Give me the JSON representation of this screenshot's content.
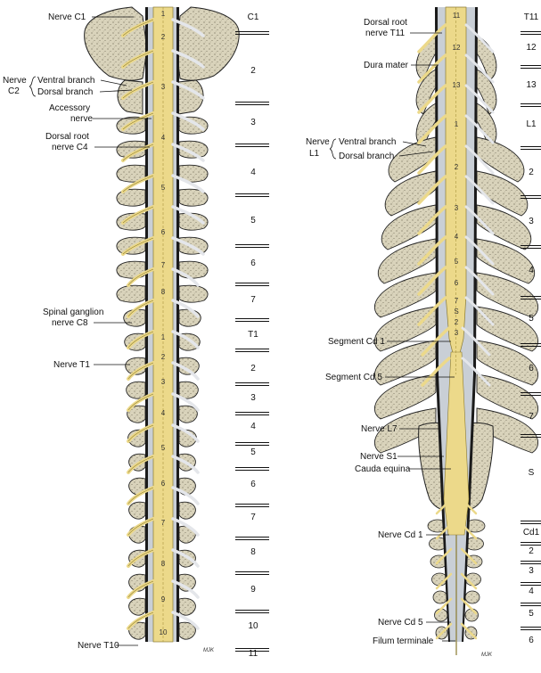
{
  "left_panel": {
    "labels": {
      "nerve_c1": "Nerve C1",
      "nerve_c2_line1": "Nerve",
      "nerve_c2_line2": "C2",
      "ventral_branch": "Ventral branch",
      "dorsal_branch": "Dorsal branch",
      "accessory_line1": "Accessory",
      "accessory_line2": "nerve",
      "dorsal_root_line1": "Dorsal root",
      "dorsal_root_line2": "nerve C4",
      "ganglion_line1": "Spinal ganglion",
      "ganglion_line2": "nerve C8",
      "nerve_t1": "Nerve T1",
      "nerve_t10": "Nerve T10"
    },
    "vertebra_labels": [
      "C1",
      "2",
      "3",
      "4",
      "5",
      "6",
      "7",
      "T1",
      "2",
      "3",
      "4",
      "5",
      "6",
      "7",
      "8",
      "9",
      "10",
      "11"
    ],
    "cord_segments": [
      "1",
      "2",
      "3",
      "4",
      "5",
      "6",
      "7",
      "8",
      "1",
      "2",
      "3",
      "4",
      "5",
      "6",
      "7",
      "8",
      "9",
      "10"
    ],
    "signature": "MJK"
  },
  "right_panel": {
    "labels": {
      "dorsal_root_t11_line1": "Dorsal root",
      "dorsal_root_t11_line2": "nerve T11",
      "dura_mater": "Dura mater",
      "nerve_l1_line1": "Nerve",
      "nerve_l1_line2": "L1",
      "ventral_branch": "Ventral branch",
      "dorsal_branch": "Dorsal branch",
      "segment_cd1": "Segment Cd 1",
      "segment_cd5": "Segment Cd 5",
      "nerve_l7": "Nerve L7",
      "nerve_s1": "Nerve S1",
      "cauda_equina": "Cauda equina",
      "nerve_cd1": "Nerve Cd 1",
      "nerve_cd5": "Nerve Cd 5",
      "filum_terminale": "Filum terminale"
    },
    "vertebra_labels": [
      "T11",
      "12",
      "13",
      "L1",
      "2",
      "3",
      "4",
      "5",
      "6",
      "7",
      "S",
      "Cd1",
      "2",
      "3",
      "4",
      "5",
      "6"
    ],
    "cord_segments": [
      "11",
      "12",
      "13",
      "1",
      "2",
      "3",
      "4",
      "5",
      "6",
      "7",
      "S",
      "2",
      "3"
    ],
    "signature": "MJK"
  },
  "colors": {
    "nerve": "#ecd98a",
    "nerve_stroke": "#8a7a30",
    "bone": "#d6d0b8",
    "bone_stroke": "#222222",
    "dura": "#c9cfd6",
    "canal": "#1a1a1a"
  }
}
